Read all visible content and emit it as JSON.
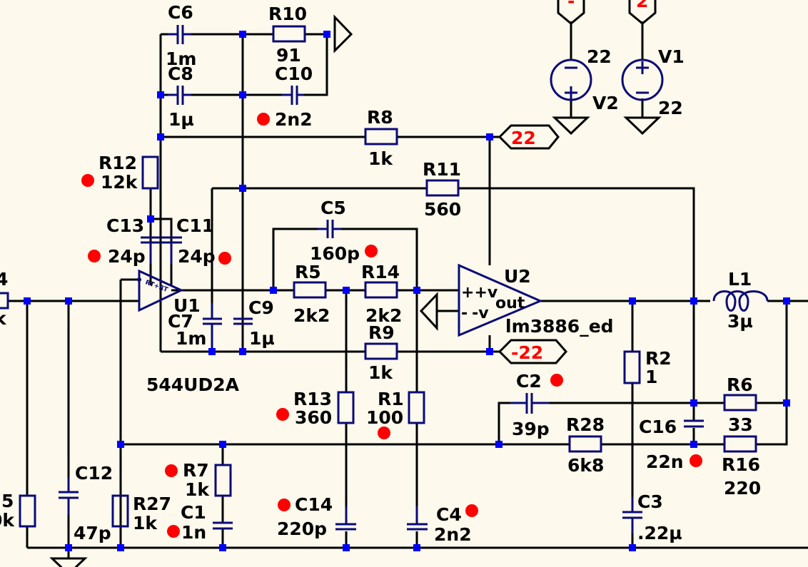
{
  "schematic": {
    "title_label": "544UD2A",
    "colors": {
      "background": "#fdf9ec",
      "wire": "#000000",
      "component": "#0a0a78",
      "junction": "#0000ff",
      "net_label": "#ff0000",
      "marker_dot": "#ff0000"
    },
    "components": [
      {
        "ref": "C6",
        "value": "1m",
        "type": "capacitor"
      },
      {
        "ref": "R10",
        "value": "91",
        "type": "resistor"
      },
      {
        "ref": "C8",
        "value": "1µ",
        "type": "capacitor"
      },
      {
        "ref": "C10",
        "value": "2n2",
        "type": "capacitor"
      },
      {
        "ref": "R8",
        "value": "1k",
        "type": "resistor"
      },
      {
        "ref": "R12",
        "value": "12k",
        "type": "resistor"
      },
      {
        "ref": "R11",
        "value": "560",
        "type": "resistor"
      },
      {
        "ref": "C13",
        "value": "24p",
        "type": "capacitor"
      },
      {
        "ref": "C11",
        "value": "24p",
        "type": "capacitor"
      },
      {
        "ref": "C5",
        "value": "160p",
        "type": "capacitor"
      },
      {
        "ref": "R5",
        "value": "2k2",
        "type": "resistor"
      },
      {
        "ref": "R14",
        "value": "2k2",
        "type": "resistor"
      },
      {
        "ref": "U1",
        "value": "544UD2A",
        "type": "opamp"
      },
      {
        "ref": "C7",
        "value": "1m",
        "type": "capacitor"
      },
      {
        "ref": "C9",
        "value": "1µ",
        "type": "capacitor"
      },
      {
        "ref": "R9",
        "value": "1k",
        "type": "resistor"
      },
      {
        "ref": "U2",
        "value": "lm3886_ed",
        "type": "opamp"
      },
      {
        "ref": "L1",
        "value": "3µ",
        "type": "inductor"
      },
      {
        "ref": "R2",
        "value": "1",
        "type": "resistor"
      },
      {
        "ref": "C2",
        "value": "39p",
        "type": "capacitor"
      },
      {
        "ref": "R6",
        "value": "33",
        "type": "resistor"
      },
      {
        "ref": "R28",
        "value": "6k8",
        "type": "resistor"
      },
      {
        "ref": "C16",
        "value": "22n",
        "type": "capacitor"
      },
      {
        "ref": "R16",
        "value": "220",
        "type": "resistor"
      },
      {
        "ref": "R13",
        "value": "360",
        "type": "resistor"
      },
      {
        "ref": "R1",
        "value": "100",
        "type": "resistor"
      },
      {
        "ref": "C12",
        "value": "47p",
        "type": "capacitor"
      },
      {
        "ref": "R27",
        "value": "1k",
        "type": "resistor"
      },
      {
        "ref": "R7",
        "value": "1k",
        "type": "resistor"
      },
      {
        "ref": "C1",
        "value": "1n",
        "type": "capacitor"
      },
      {
        "ref": "C14",
        "value": "220p",
        "type": "capacitor"
      },
      {
        "ref": "C4",
        "value": "2n2",
        "type": "capacitor"
      },
      {
        "ref": "C3",
        "value": ".22µ",
        "type": "capacitor"
      },
      {
        "ref": "V2",
        "value": "22",
        "type": "voltage_source"
      },
      {
        "ref": "V1",
        "value": "22",
        "type": "voltage_source"
      }
    ],
    "partial_labels": {
      "left_resistor_ref_fragment": "4",
      "left_resistor_value_fragment": "k",
      "bottom_left_ref_fragment": "5",
      "bottom_left_value_fragment": "0k"
    },
    "opamp_pins": {
      "u2_plus": "+",
      "u2_vplus": "+v",
      "u2_minus": "-",
      "u2_vminus": "-v",
      "u2_out": "out",
      "u1_pins": "RT+RT"
    },
    "net_labels": {
      "pos_rail": "22",
      "neg_rail": "-22",
      "top_left_tag": "-",
      "top_right_tag": "2"
    }
  }
}
